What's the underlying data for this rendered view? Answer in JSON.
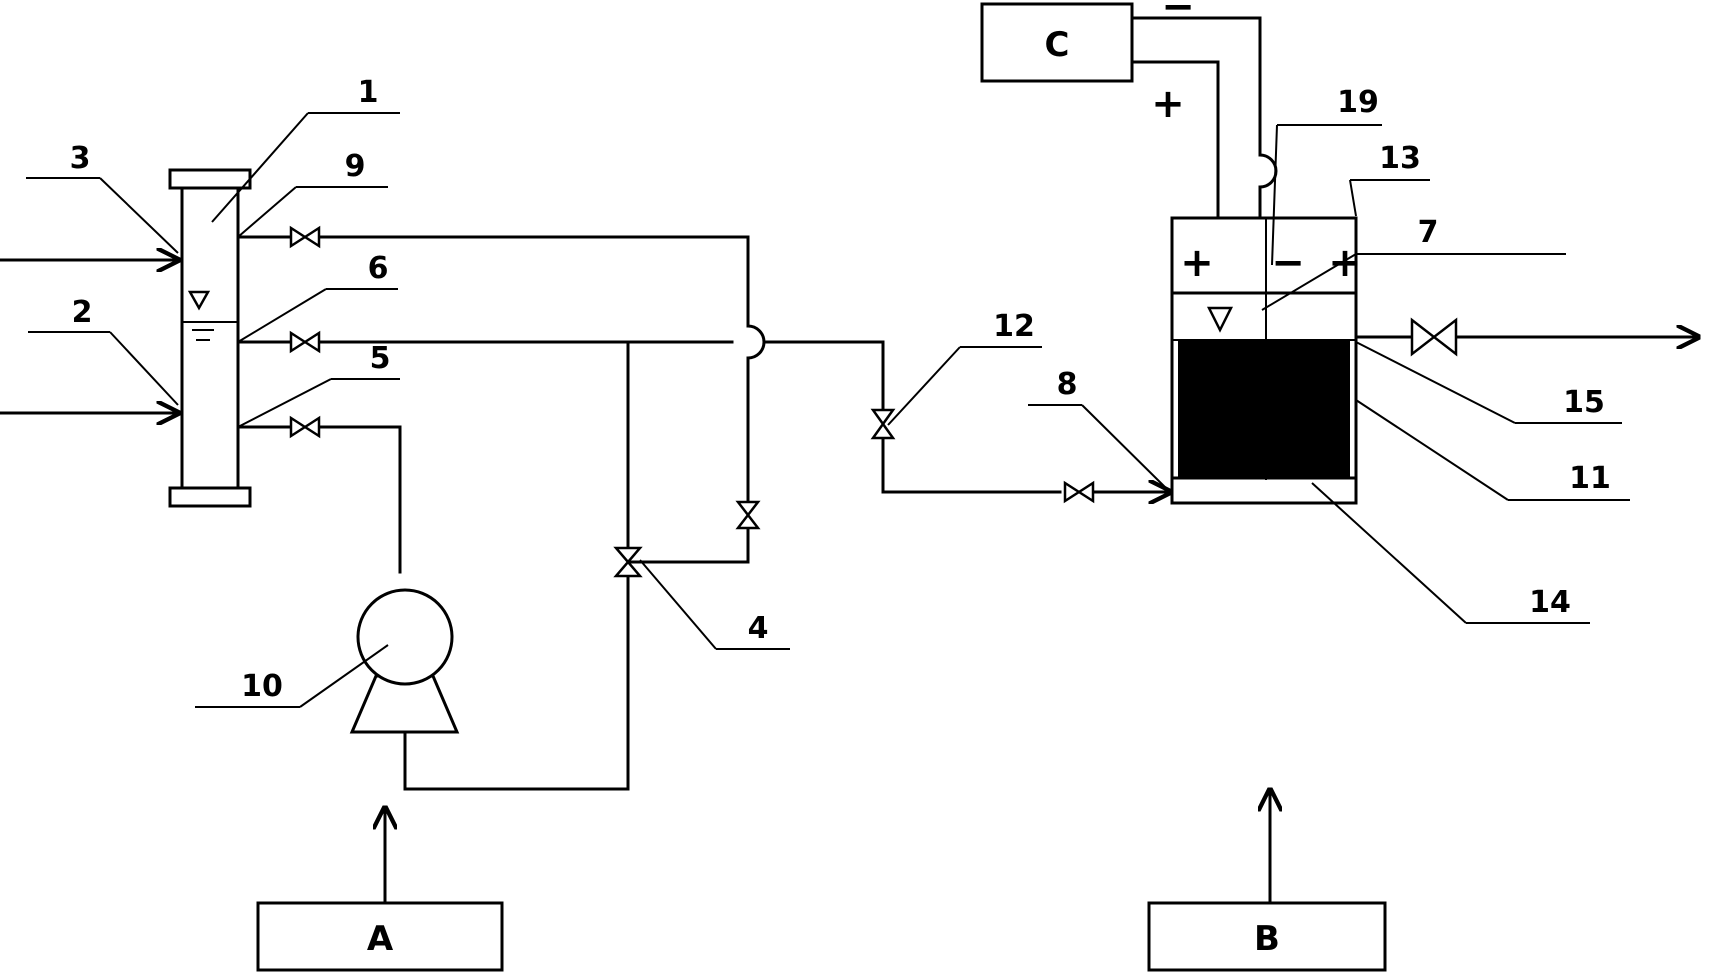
{
  "boxes": {
    "a": "A",
    "b": "B",
    "c": "C"
  },
  "polarity": {
    "plus": "+",
    "minus": "−"
  },
  "numbers": {
    "n1": "1",
    "n2": "2",
    "n3": "3",
    "n4": "4",
    "n5": "5",
    "n6": "6",
    "n7": "7",
    "n8": "8",
    "n9": "9",
    "n10": "10",
    "n11": "11",
    "n12": "12",
    "n13": "13",
    "n14": "14",
    "n15": "15",
    "n19": "19"
  }
}
